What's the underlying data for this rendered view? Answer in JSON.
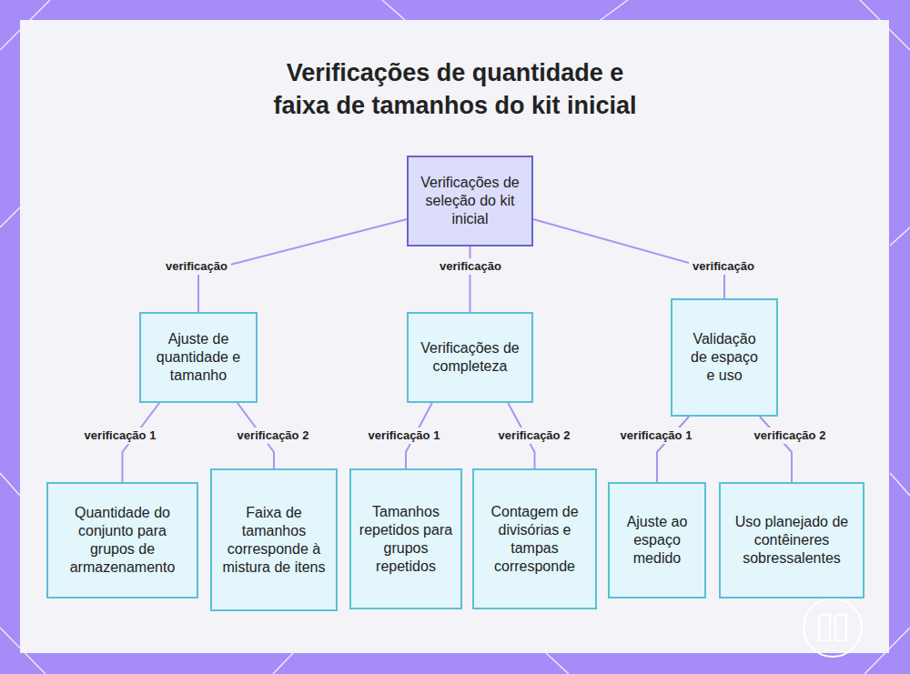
{
  "diagram": {
    "title": "Verificações de quantidade e faixa de tamanhos do kit inicial",
    "nodes": [
      {
        "text": [
          "Verificações de seleção do kit inicial"
        ]
      },
      {
        "text": [
          "Ajuste de quantidade e tamanho"
        ]
      },
      {
        "text": [
          "Verificações de completeza"
        ]
      },
      {
        "text": [
          "Validação de espaço e uso"
        ]
      },
      {
        "text": [
          "Quantidade do conjunto para grupos de armazenamento"
        ]
      },
      {
        "text": [
          "Faixa de tamanhos corresponde à mistura de itens"
        ]
      },
      {
        "text": [
          "Tamanhos repetidos para grupos repetidos"
        ]
      },
      {
        "text": [
          "Contagem de divisórias e tampas corresponde"
        ]
      },
      {
        "text": [
          "Ajuste ao espaço medido"
        ]
      },
      {
        "text": [
          "Uso planejado de contêineres sobressalentes"
        ]
      }
    ],
    "edges": [
      {
        "from": 0,
        "to": 1,
        "label": "verificação",
        "arrow": "none"
      },
      {
        "from": 0,
        "to": 2,
        "label": "verificação",
        "arrow": "none"
      },
      {
        "from": 0,
        "to": 3,
        "label": "verificação",
        "arrow": "none"
      },
      {
        "from": 1,
        "to": 4,
        "label": "verificação 1",
        "arrow": "none"
      },
      {
        "from": 1,
        "to": 5,
        "label": "verificação 2",
        "arrow": "none"
      },
      {
        "from": 2,
        "to": 6,
        "label": "verificação 1",
        "arrow": "none"
      },
      {
        "from": 2,
        "to": 7,
        "label": "verificação 2",
        "arrow": "none"
      },
      {
        "from": 3,
        "to": 8,
        "label": "verificação 1",
        "arrow": "none"
      },
      {
        "from": 3,
        "to": 9,
        "label": "verificação 2",
        "arrow": "none"
      }
    ]
  }
}
